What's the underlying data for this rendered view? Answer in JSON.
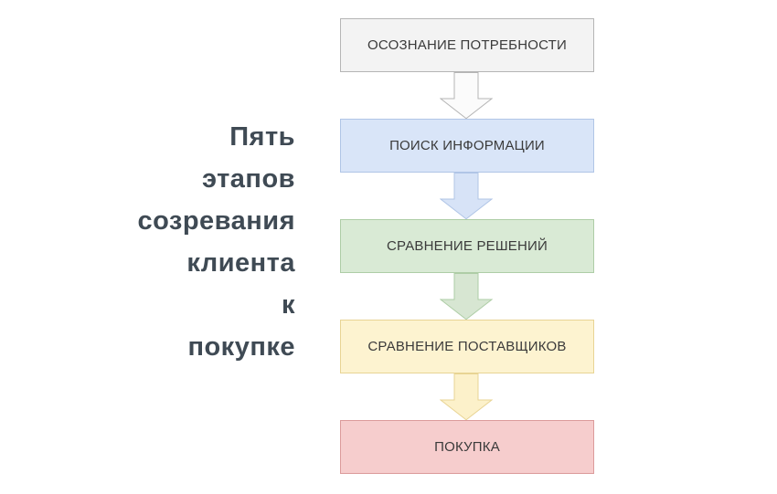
{
  "title": {
    "text": "Пять\nэтапов\nсозревания\nклиента\nк\nпокупке",
    "color": "#3f4a54"
  },
  "flow": {
    "label_color": "#3a3a3a",
    "stages": [
      {
        "label": "ОСОЗНАНИЕ ПОТРЕБНОСТИ",
        "fill": "#f3f3f3",
        "border": "#b5b5b5"
      },
      {
        "label": "ПОИСК ИНФОРМАЦИИ",
        "fill": "#d9e5f8",
        "border": "#b0c5e6"
      },
      {
        "label": "СРАВНЕНИЕ РЕШЕНИЙ",
        "fill": "#d9ead5",
        "border": "#aecda6"
      },
      {
        "label": "СРАВНЕНИЕ ПОСТАВЩИКОВ",
        "fill": "#fdf3d0",
        "border": "#e8d494"
      },
      {
        "label": "ПОКУПКА",
        "fill": "#f6cdcd",
        "border": "#db9b9b"
      }
    ],
    "arrows": [
      {
        "fill": "#fbfbfb",
        "stroke": "#b5b5b5"
      },
      {
        "fill": "#d7e3f7",
        "stroke": "#b0c5e6"
      },
      {
        "fill": "#d7e6d2",
        "stroke": "#aecda6"
      },
      {
        "fill": "#fcf1ca",
        "stroke": "#e8d494"
      }
    ]
  }
}
